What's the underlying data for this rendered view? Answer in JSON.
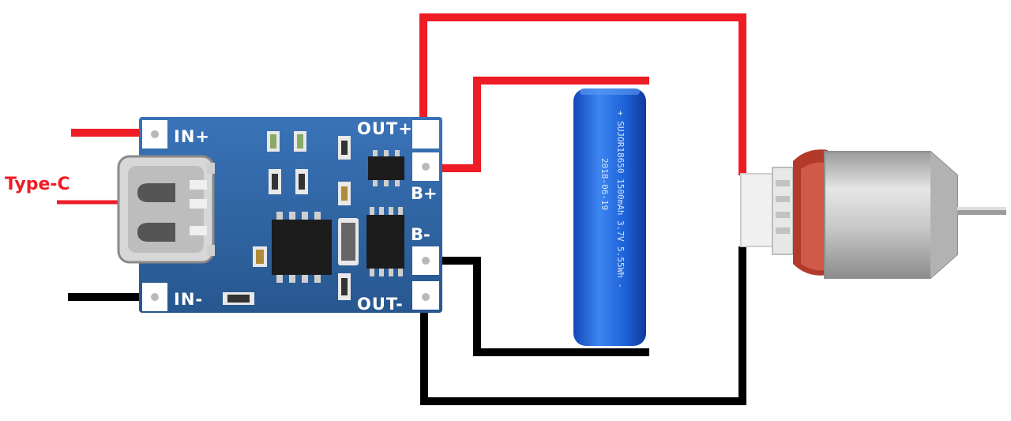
{
  "labels": {
    "type_c": "Type-C",
    "in_plus": "IN+",
    "in_minus": "IN-",
    "out_plus": "OUT+",
    "out_minus": "OUT-",
    "b_plus": "B+",
    "b_minus": "B-"
  },
  "battery": {
    "marking": "+ SUJOR18650 1500mAh 3.7V 5.55Wh -",
    "date": "2018-06-19"
  },
  "colors": {
    "wire_positive": "#ee1c24",
    "wire_negative": "#000000",
    "board": "#2f64a8",
    "battery": "#1e63d8",
    "motor_can": "#c9c9c9",
    "motor_cap": "#b33a2a"
  }
}
